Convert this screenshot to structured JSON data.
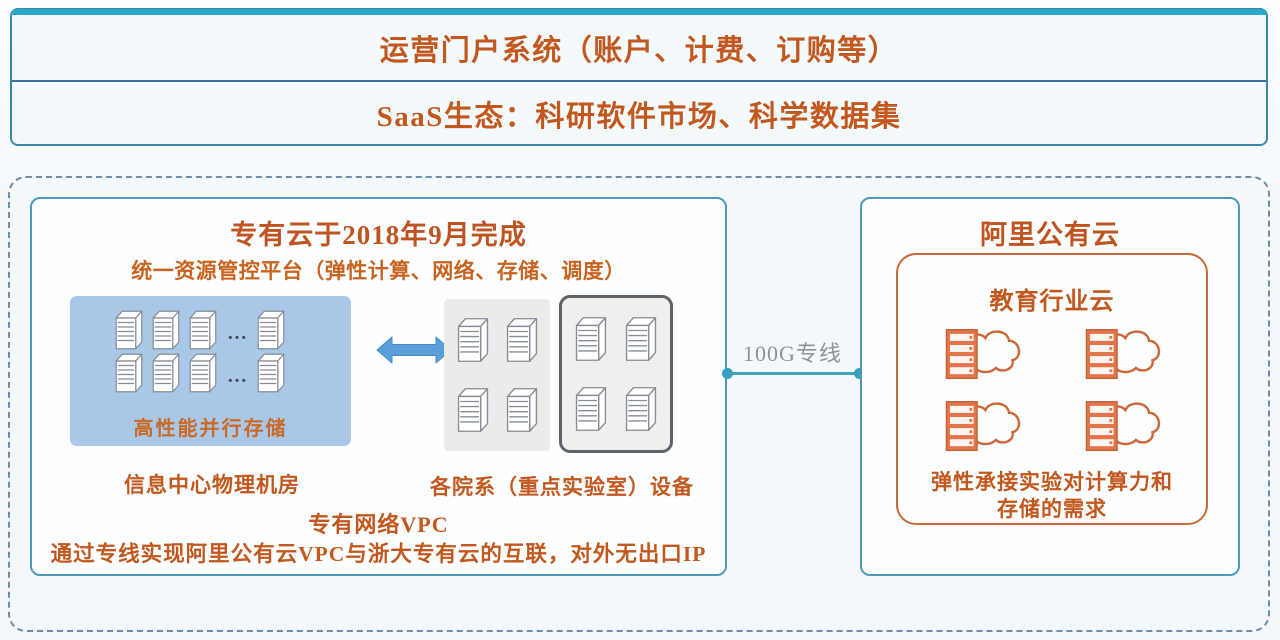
{
  "top_banner": {
    "rows": [
      {
        "label": "运营门户系统（账户、计费、订购等）"
      },
      {
        "label": "SaaS生态：科研软件市场、科学数据集"
      }
    ]
  },
  "private_cloud": {
    "title": "专有云于2018年9月完成",
    "subtitle": "统一资源管控平台（弹性计算、网络、存储、调度）",
    "storage_label": "高性能并行存储",
    "storage_ellipsis": "…",
    "machine_room_label": "信息中心物理机房",
    "departments_label": "各院系（重点实验室）设备",
    "vpc_label": "专有网络VPC",
    "note": "通过专线实现阿里公有云VPC与浙大专有云的互联，对外无出口IP"
  },
  "link": {
    "label": "100G专线"
  },
  "public_cloud": {
    "title": "阿里公有云",
    "inner_title": "教育行业云",
    "note_line1": "弹性承接实验对计算力和",
    "note_line2": "存储的需求"
  },
  "icons": {
    "server": "server-icon",
    "cloud_server": "cloud-server-icon",
    "double_arrow": "double-arrow-icon"
  },
  "colors": {
    "accent_orange_text": "#c2581e",
    "teal_border": "#4d9bb9",
    "banner_top_strip": "#29a8c8",
    "banner_divider": "#3a6e99",
    "dashed_border": "#6e8cab",
    "storage_fill": "#a9c7e7",
    "panel_fill": "#ebebeb",
    "panel_frame": "#5f646b",
    "arrow_blue": "#5b9fd8",
    "link_teal": "#42a3c2",
    "link_label_gray": "#8f9296",
    "orange_icon": "#d96a3a"
  }
}
